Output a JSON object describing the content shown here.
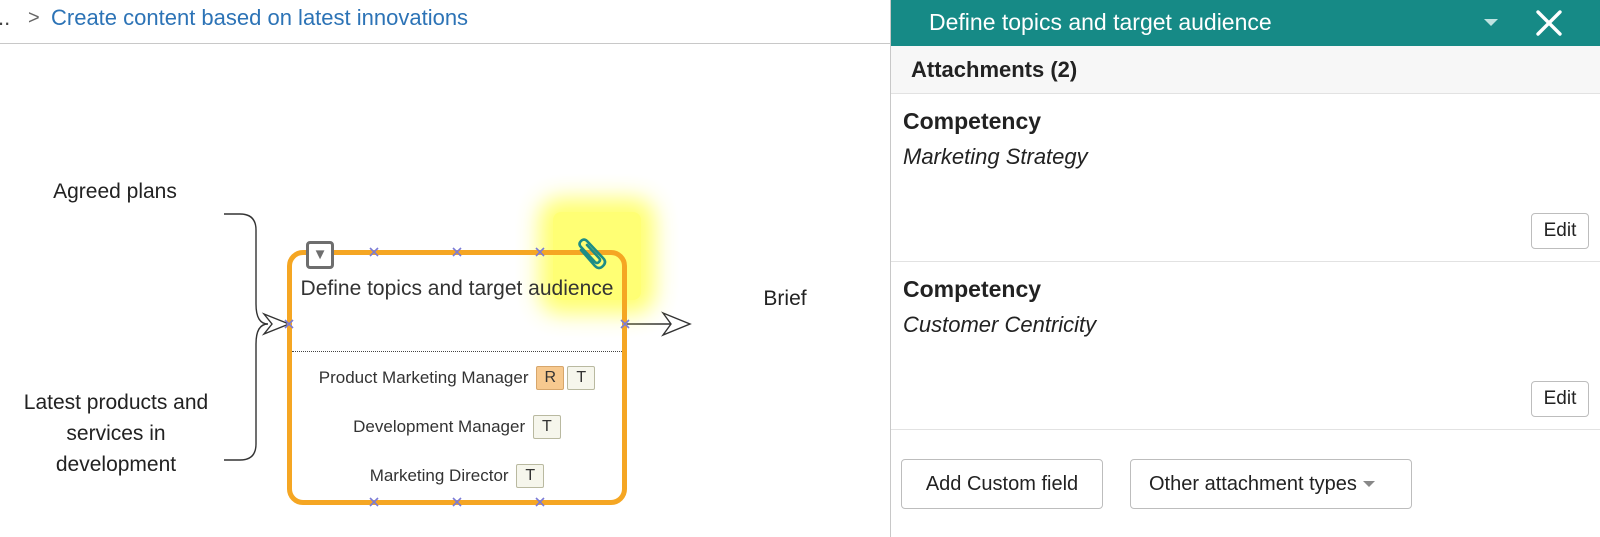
{
  "breadcrumb": {
    "ellipsis": "..",
    "separator": ">",
    "current": "Create content based on latest innovations"
  },
  "diagram": {
    "inputs": [
      "Agreed plans",
      "Latest products and services in development"
    ],
    "output": "Brief",
    "activity": {
      "title": "Define topics and target audience",
      "roles": [
        {
          "name": "Product Marketing Manager",
          "badges": [
            "R",
            "T"
          ]
        },
        {
          "name": "Development Manager",
          "badges": [
            "T"
          ]
        },
        {
          "name": "Marketing Director",
          "badges": [
            "T"
          ]
        }
      ],
      "toggle_icon": "collapse-toggle-icon",
      "attachment_icon": "paperclip-icon"
    },
    "colors": {
      "activity_border": "#f5a623",
      "highlight": "#ffff66",
      "responsible_badge": "#f7c98f"
    }
  },
  "panel": {
    "title": "Define topics and target audience",
    "header_color": "#168a86",
    "close_icon": "close-icon",
    "attachments_title": "Attachments (2)",
    "attachments": [
      {
        "type": "Competency",
        "value": "Marketing Strategy",
        "edit_label": "Edit"
      },
      {
        "type": "Competency",
        "value": "Customer Centricity",
        "edit_label": "Edit"
      }
    ],
    "add_custom_label": "Add Custom field",
    "other_types_label": "Other attachment types"
  }
}
